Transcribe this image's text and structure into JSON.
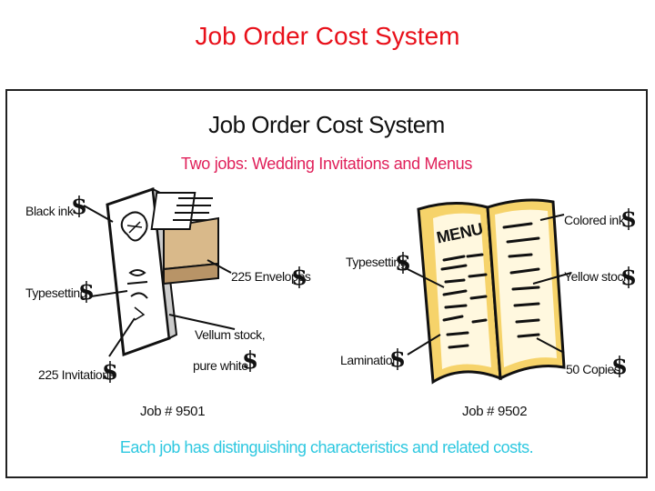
{
  "slide_title": "Job Order Cost System",
  "diagram": {
    "title": "Job Order Cost System",
    "subtitle": "Two jobs: Wedding Invitations and Menus",
    "job1": {
      "labels": {
        "black_ink": "Black ink",
        "typesetting": "Typesetting",
        "invitations": "225 Invitations",
        "envelopes": "225 Envelopes",
        "vellum_line1": "Vellum stock,",
        "vellum_line2": "pure white"
      },
      "job_number": "Job # 9501"
    },
    "job2": {
      "menu_text": "MENU",
      "labels": {
        "colored_ink": "Colored ink",
        "yellow_stock": "Yellow stock",
        "typesetting": "Typesetting",
        "lamination": "Lamination",
        "copies": "50 Copies"
      },
      "job_number": "Job # 9502"
    },
    "dollar_sign": "$",
    "footnote": "Each job has distinguishing characteristics and related costs."
  },
  "colors": {
    "title_red": "#e8101a",
    "subtitle_pink": "#e0205a",
    "footnote_cyan": "#2ec8e0",
    "menu_yellow": "#f6d36a",
    "box_tan": "#d9b98a"
  }
}
